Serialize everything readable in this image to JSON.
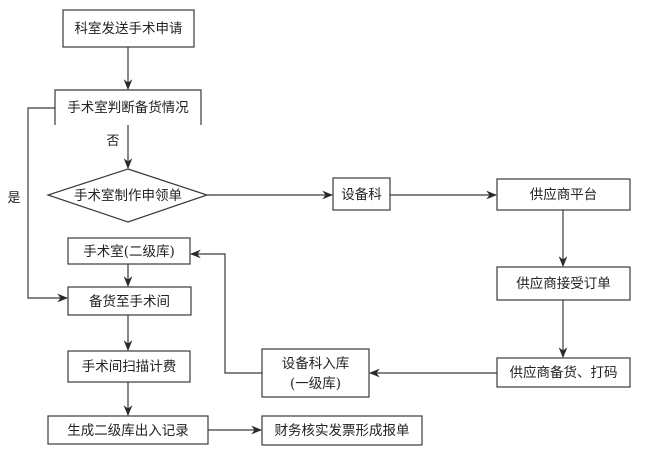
{
  "diagram": {
    "type": "flowchart",
    "line_color": "#3a3a3a",
    "nodes": {
      "dept_request": {
        "label": "科室发送手术申请",
        "shape": "rect"
      },
      "or_judge_stock": {
        "label": "手术室判断备货情况",
        "shape": "rect-open-bottom"
      },
      "or_make_requisition": {
        "label": "手术室制作申领单",
        "shape": "diamond"
      },
      "equipment_dept": {
        "label": "设备科",
        "shape": "rect"
      },
      "supplier_platform": {
        "label": "供应商平台",
        "shape": "rect"
      },
      "supplier_accept_order": {
        "label": "供应商接受订单",
        "shape": "rect"
      },
      "supplier_stock_code": {
        "label": "供应商备货、打码",
        "shape": "rect"
      },
      "equipment_warehousing_line1": {
        "label": "设备科入库",
        "shape": "rect"
      },
      "equipment_warehousing_line2": {
        "label": "(一级库)"
      },
      "or_secondary_store": {
        "label": "手术室(二级库)",
        "shape": "rect"
      },
      "stock_to_or": {
        "label": "备货至手术间",
        "shape": "rect"
      },
      "or_scan_billing": {
        "label": "手术间扫描计费",
        "shape": "rect"
      },
      "generate_records": {
        "label": "生成二级库出入记录",
        "shape": "rect"
      },
      "finance_verify": {
        "label": "财务核实发票形成报单",
        "shape": "rect"
      }
    },
    "edge_labels": {
      "no": "否",
      "yes": "是"
    },
    "edges": [
      {
        "from": "dept_request",
        "to": "or_judge_stock"
      },
      {
        "from": "or_judge_stock",
        "to": "or_make_requisition",
        "label": "否"
      },
      {
        "from": "or_judge_stock",
        "to": "stock_to_or",
        "label": "是"
      },
      {
        "from": "or_make_requisition",
        "to": "equipment_dept"
      },
      {
        "from": "equipment_dept",
        "to": "supplier_platform"
      },
      {
        "from": "supplier_platform",
        "to": "supplier_accept_order"
      },
      {
        "from": "supplier_accept_order",
        "to": "supplier_stock_code"
      },
      {
        "from": "supplier_stock_code",
        "to": "equipment_warehousing"
      },
      {
        "from": "equipment_warehousing",
        "to": "or_secondary_store"
      },
      {
        "from": "or_secondary_store",
        "to": "stock_to_or"
      },
      {
        "from": "stock_to_or",
        "to": "or_scan_billing"
      },
      {
        "from": "or_scan_billing",
        "to": "generate_records"
      },
      {
        "from": "generate_records",
        "to": "finance_verify"
      }
    ]
  }
}
